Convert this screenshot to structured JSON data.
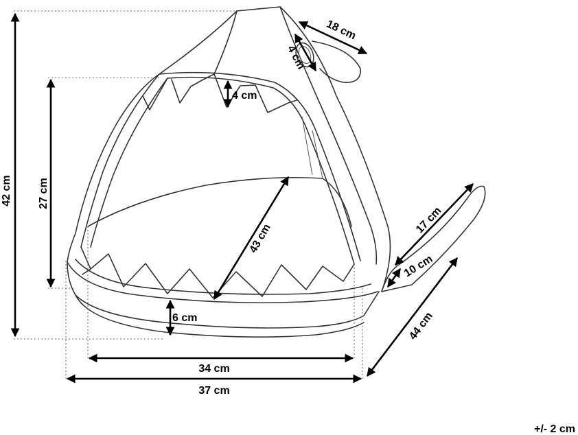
{
  "dimensions": {
    "height_total": "42 cm",
    "height_opening": "27 cm",
    "fin_length": "18 cm",
    "fin_hole": "4 cm",
    "tooth_height": "4 cm",
    "diagonal": "43 cm",
    "tail_length": "17 cm",
    "tail_width": "10 cm",
    "depth": "44 cm",
    "base_height": "6 cm",
    "inner_width": "34 cm",
    "outer_width": "37 cm"
  },
  "tolerance": "+/- 2 cm",
  "colors": {
    "line": "#333333",
    "dimension": "#000000",
    "background": "#ffffff"
  }
}
